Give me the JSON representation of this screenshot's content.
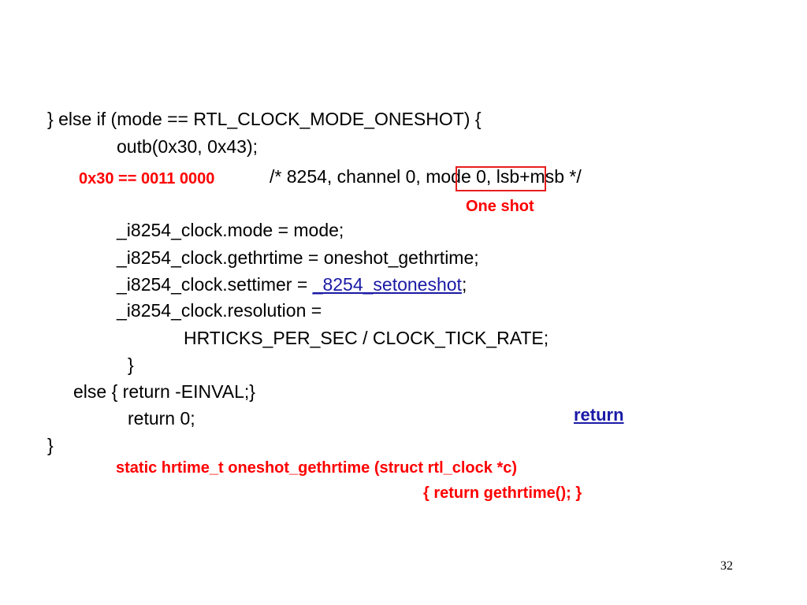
{
  "slide": {
    "lines": {
      "l1": "} else if (mode == RTL_CLOCK_MODE_ONESHOT) {",
      "l2": "outb(0x30, 0x43);",
      "l3a": "/* 8254, channel 0,",
      "l3b": " mode 0,",
      "l3c": " lsb+msb */",
      "l4": "_i8254_clock.mode = mode;",
      "l5": "_i8254_clock.gethrtime = oneshot_gethrtime;",
      "l6a": "_i8254_clock.settimer = ",
      "l6b": "_8254_setoneshot",
      "l6c": ";",
      "l7": "_i8254_clock.resolution =",
      "l8": "HRTICKS_PER_SEC / CLOCK_TICK_RATE;",
      "l9": "}",
      "l10": "else { return -EINVAL;}",
      "l11": "return 0;",
      "l12": "}"
    },
    "notes": {
      "hex": "0x30 == 0011 0000",
      "oneshot": "One shot",
      "static1": "static hrtime_t oneshot_gethrtime (struct rtl_clock *c)",
      "static2": "{ return gethrtime(); }"
    },
    "return_link": "return",
    "page_number": "32",
    "colors": {
      "note": "#ff0000",
      "link": "#1a1aa6",
      "box": "#e81e1e"
    }
  }
}
